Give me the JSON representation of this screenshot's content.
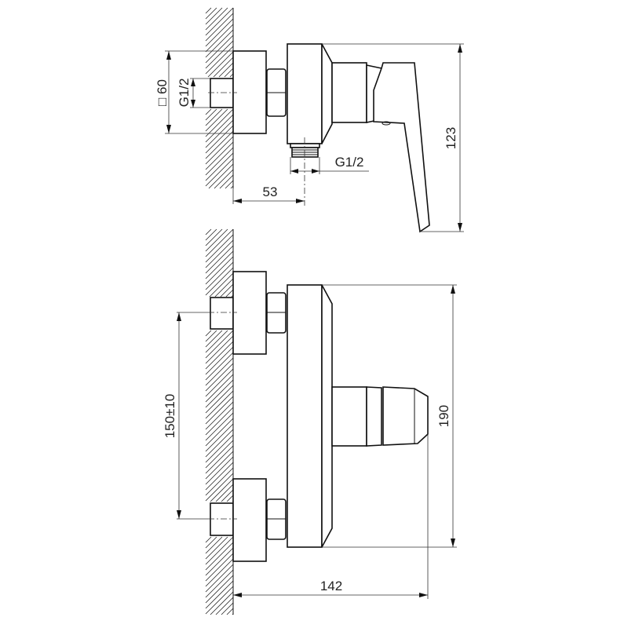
{
  "drawing": {
    "side_view": {
      "dimensions": {
        "square_size": "□ 60",
        "inlet_thread": "G1/2",
        "outlet_thread": "G1/2",
        "wall_to_outlet": "53",
        "height": "123"
      }
    },
    "front_view": {
      "dimensions": {
        "inlet_spacing": "150±10",
        "height": "190",
        "depth": "142"
      }
    },
    "colors": {
      "line": "#111111",
      "background": "#ffffff"
    }
  }
}
